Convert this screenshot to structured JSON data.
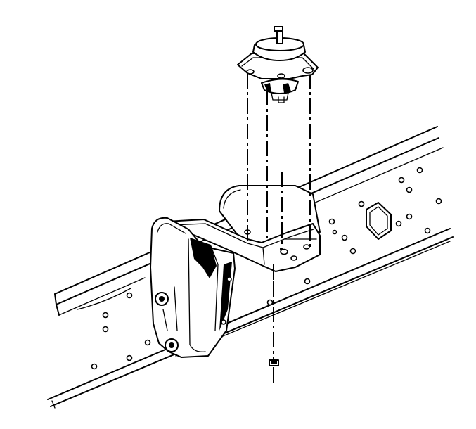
{
  "figure": {
    "line_color": "#000000",
    "background_color": "#ffffff",
    "components": [
      "frame-rail",
      "mount-bracket",
      "engine-mount",
      "mounting-bolt",
      "alignment-guide-lines"
    ]
  }
}
